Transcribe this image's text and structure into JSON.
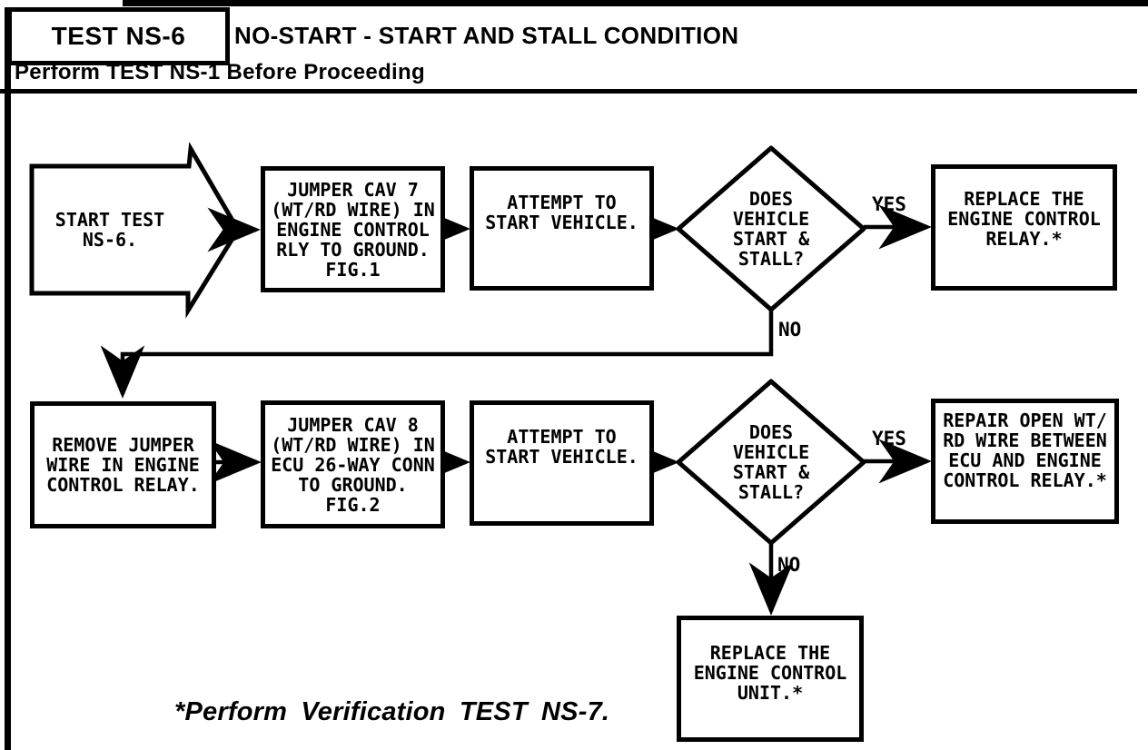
{
  "header": {
    "test_id": "TEST NS-6",
    "title": "NO-START - START AND STALL CONDITION",
    "subtitle": "Perform TEST NS-1 Before Proceeding"
  },
  "flow": {
    "start": {
      "lines": [
        "START TEST",
        "NS-6."
      ]
    },
    "jumper_cav7": {
      "lines": [
        "JUMPER CAV 7",
        "(WT/RD WIRE) IN",
        "ENGINE CONTROL",
        "RLY TO GROUND.",
        "FIG.1"
      ]
    },
    "attempt_start_1": {
      "lines": [
        "ATTEMPT TO",
        "START VEHICLE."
      ]
    },
    "decision_1": {
      "lines": [
        "DOES",
        "VEHICLE",
        "START &",
        "STALL?"
      ]
    },
    "replace_relay": {
      "lines": [
        "REPLACE THE",
        "ENGINE CONTROL",
        "RELAY.*"
      ]
    },
    "remove_jumper": {
      "lines": [
        "REMOVE JUMPER",
        "WIRE IN ENGINE",
        "CONTROL RELAY."
      ]
    },
    "jumper_cav8": {
      "lines": [
        "JUMPER CAV 8",
        "(WT/RD WIRE) IN",
        "ECU 26-WAY CONN",
        "TO GROUND.",
        "FIG.2"
      ]
    },
    "attempt_start_2": {
      "lines": [
        "ATTEMPT TO",
        "START VEHICLE."
      ]
    },
    "decision_2": {
      "lines": [
        "DOES",
        "VEHICLE",
        "START &",
        "STALL?"
      ]
    },
    "repair_wire": {
      "lines": [
        "REPAIR OPEN WT/",
        "RD WIRE BETWEEN",
        "ECU AND ENGINE",
        "CONTROL RELAY.*"
      ]
    },
    "replace_ecu": {
      "lines": [
        "REPLACE THE",
        "ENGINE CONTROL",
        "UNIT.*"
      ]
    },
    "labels": {
      "yes_1": "YES",
      "no_1": "NO",
      "yes_2": "YES",
      "no_2": "NO"
    }
  },
  "footnote": "*Perform Verification TEST NS-7.",
  "colors": {
    "ink": "#000000",
    "paper": "#ffffff"
  }
}
